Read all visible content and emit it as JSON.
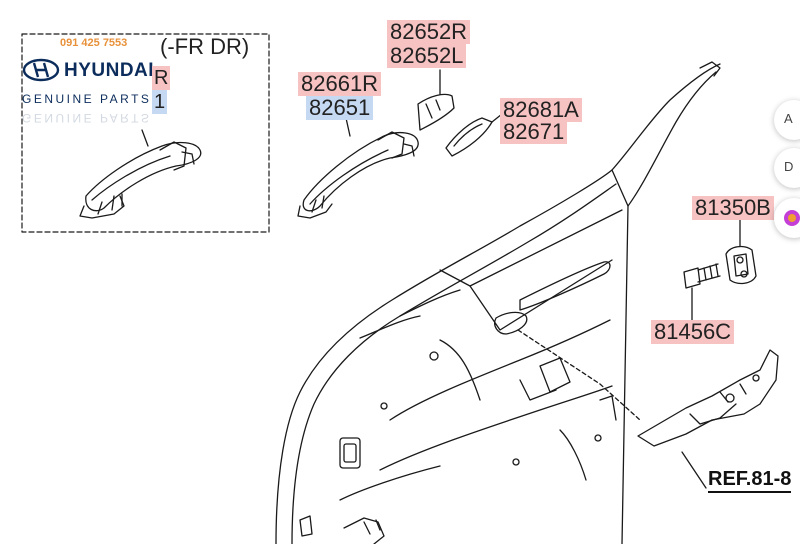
{
  "watermark": {
    "phone": "091 425 7553",
    "brand": "HYUNDAI",
    "tagline": "GENUINE PARTS"
  },
  "inset": {
    "title": "(-FR DR)",
    "label_top": "R",
    "label_bottom": "1"
  },
  "callouts": {
    "p82652R": "82652R",
    "p82652L": "82652L",
    "p82661R": "82661R",
    "p82651": "82651",
    "p82681A": "82681A",
    "p82671": "82671",
    "p81350B": "81350B",
    "p81456C": "81456C"
  },
  "reference": "REF.81-8",
  "side_buttons": {
    "b1": "A",
    "b2": "D",
    "b3": ""
  },
  "colors": {
    "pink_highlight": "#f6c2c2",
    "blue_highlight": "#c6d9f3",
    "phone_orange": "#e8913a",
    "brand_navy": "#0c2d5c"
  }
}
